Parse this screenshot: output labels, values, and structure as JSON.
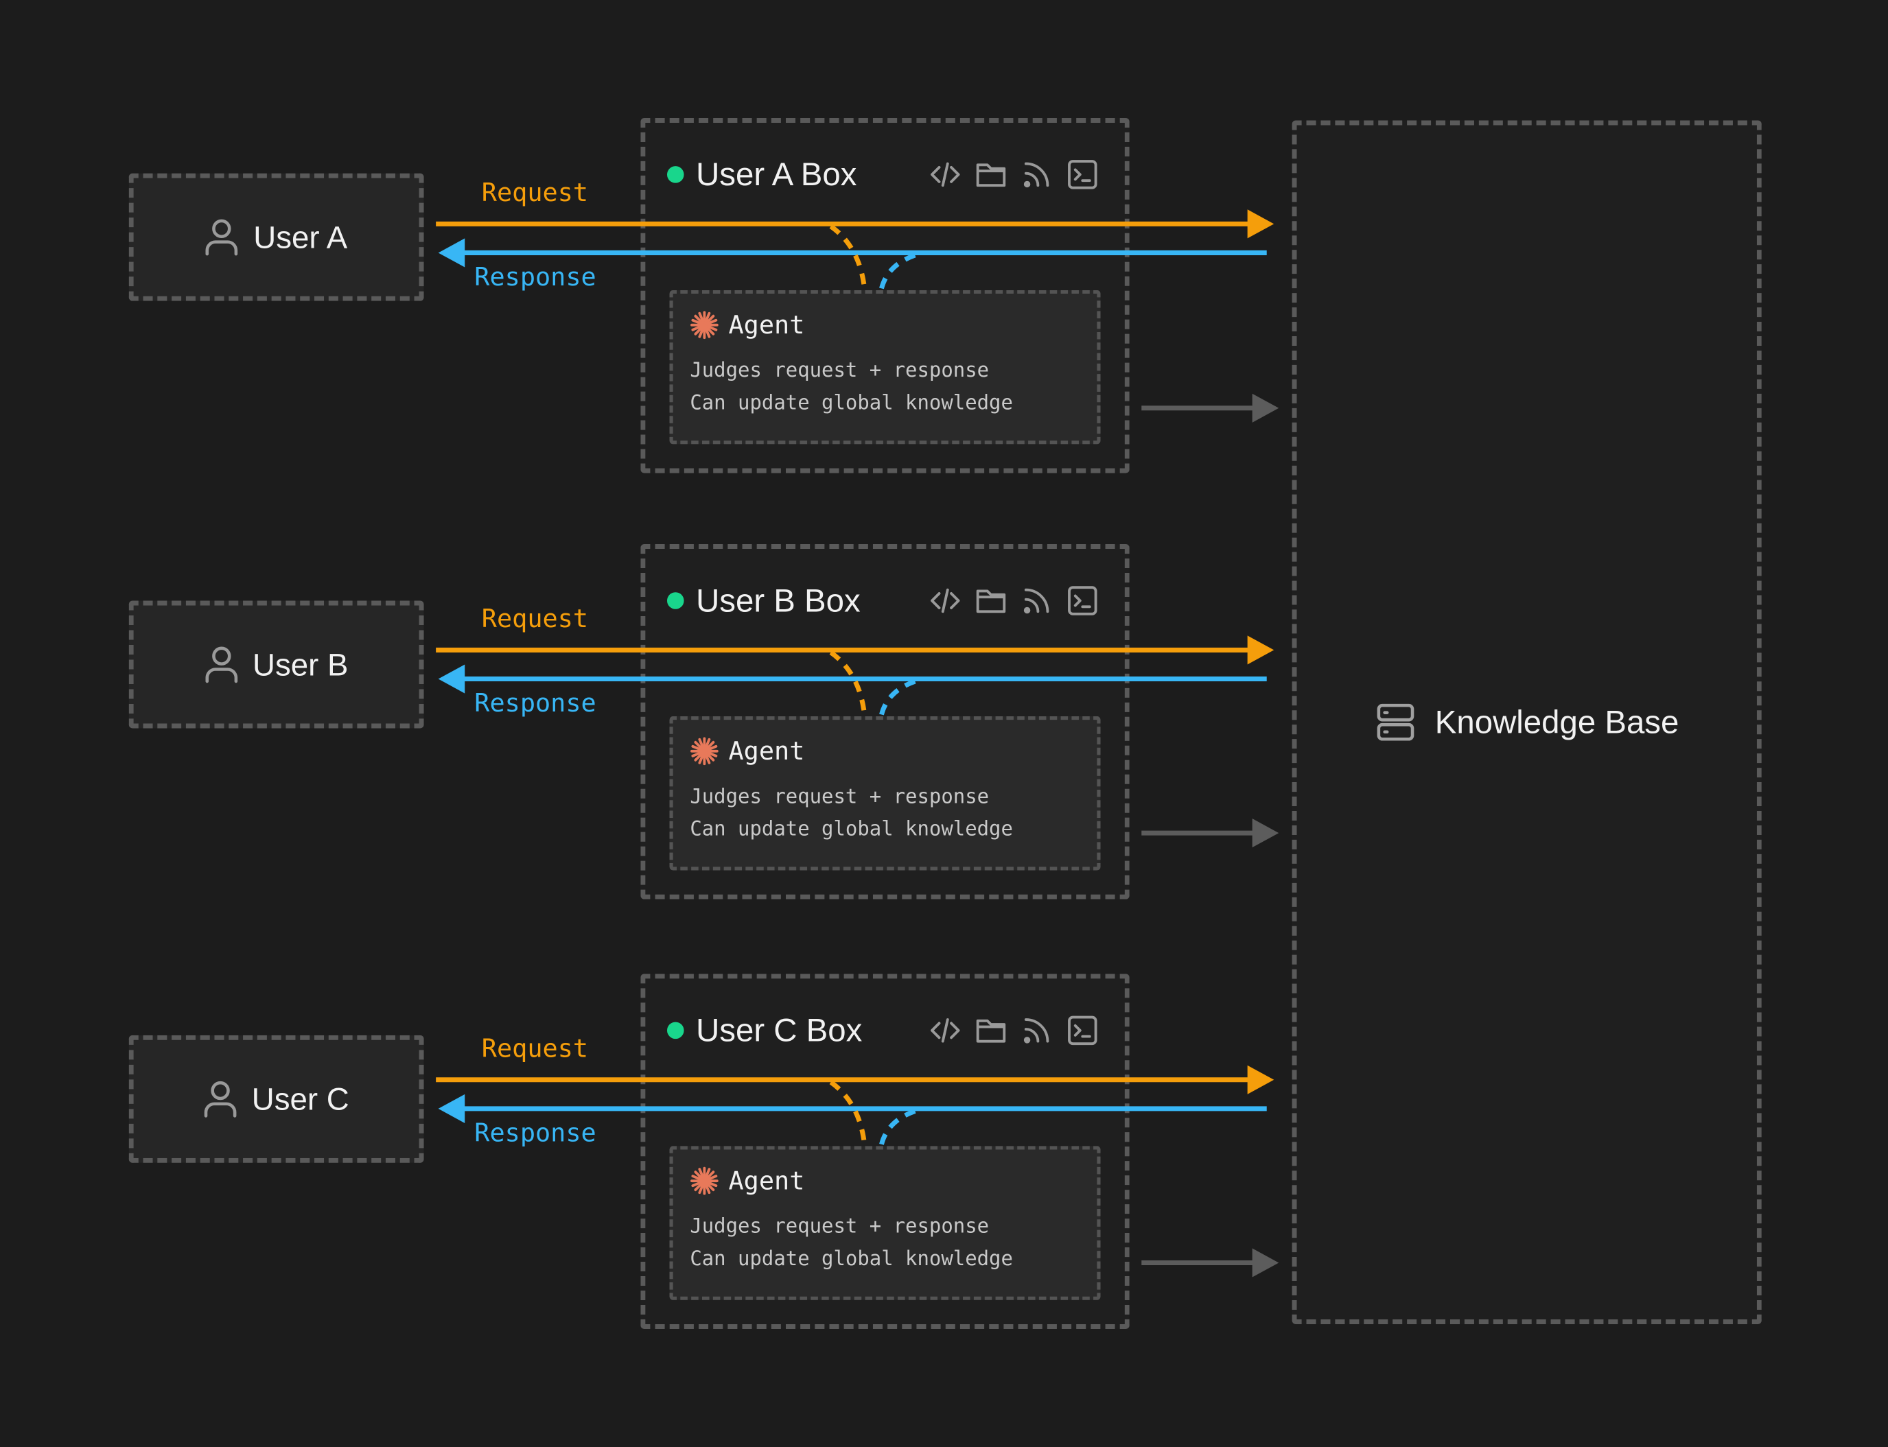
{
  "colors": {
    "background": "#1c1c1c",
    "request": "#f59e0b",
    "response": "#38b6f5",
    "status_online": "#19d68c",
    "agent_icon": "#e8795a",
    "dashed_border": "#5a5a5a",
    "update_arrow": "#5c5c5c"
  },
  "icons": {
    "user": "user-icon",
    "status": "status-dot",
    "tools": [
      "code-icon",
      "folder-icon",
      "rss-icon",
      "terminal-icon"
    ],
    "agent": "asterisk-icon",
    "knowledge_base": "server-icon"
  },
  "lanes": [
    {
      "user": "User A",
      "box_title": "User A Box",
      "request_label": "Request",
      "response_label": "Response",
      "agent": {
        "title": "Agent",
        "lines": [
          "Judges request + response",
          "Can update global knowledge"
        ]
      }
    },
    {
      "user": "User B",
      "box_title": "User B Box",
      "request_label": "Request",
      "response_label": "Response",
      "agent": {
        "title": "Agent",
        "lines": [
          "Judges request + response",
          "Can update global knowledge"
        ]
      }
    },
    {
      "user": "User C",
      "box_title": "User C Box",
      "request_label": "Request",
      "response_label": "Response",
      "agent": {
        "title": "Agent",
        "lines": [
          "Judges request + response",
          "Can update global knowledge"
        ]
      }
    }
  ],
  "knowledge_base": {
    "label": "Knowledge Base"
  }
}
